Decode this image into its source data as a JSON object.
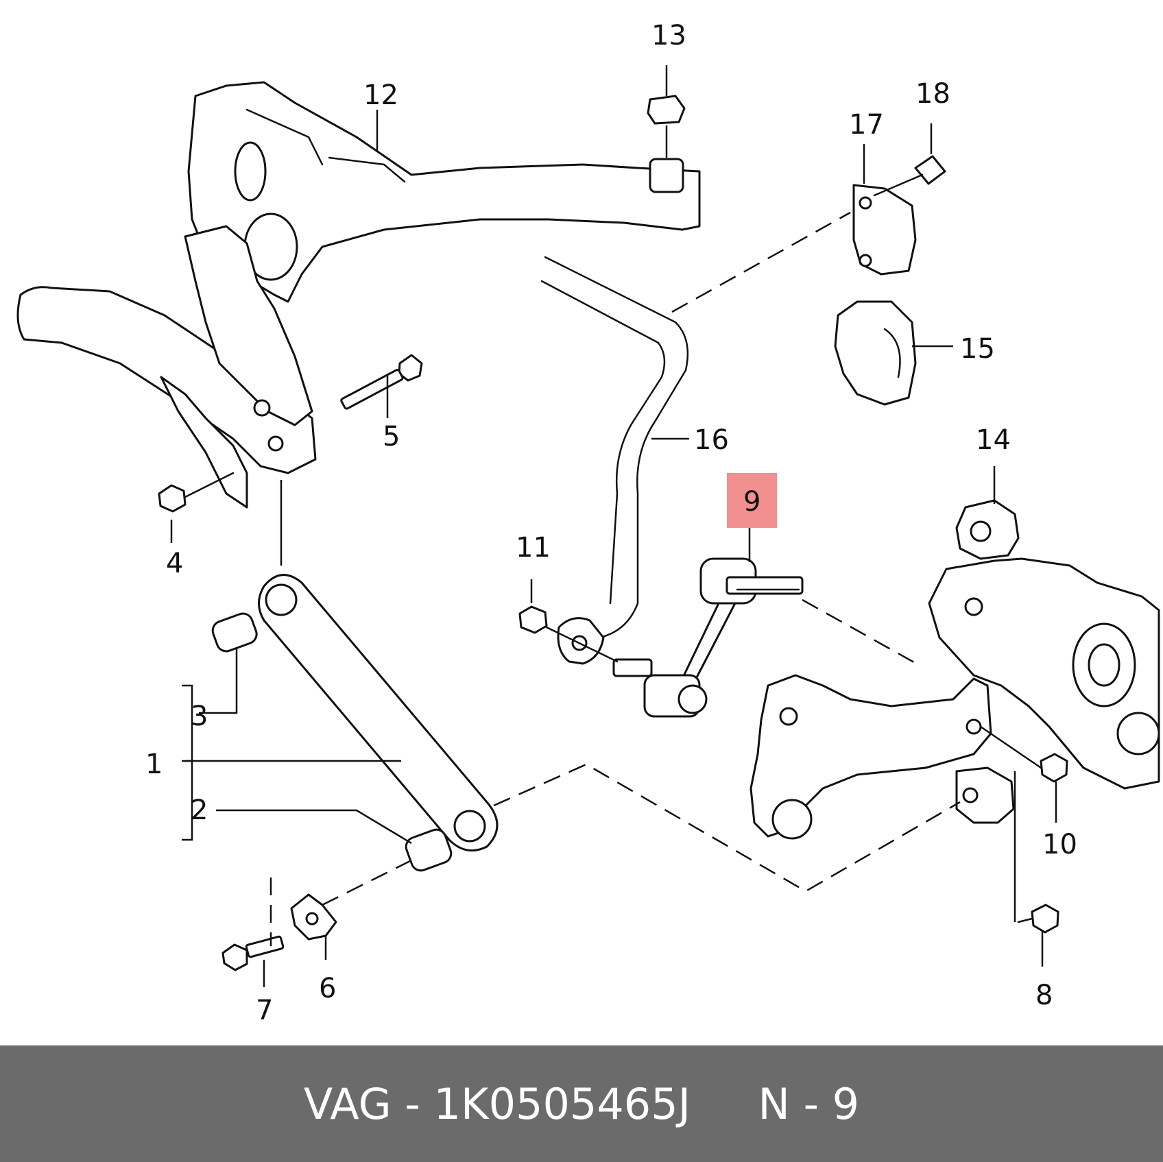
{
  "callouts": [
    "1",
    "2",
    "3",
    "4",
    "5",
    "6",
    "7",
    "8",
    "9",
    "10",
    "11",
    "12",
    "13",
    "14",
    "15",
    "16",
    "17",
    "18"
  ],
  "highlighted_callout": "9",
  "highlight_color": "#f07b7b",
  "footer": {
    "text": "VAG - 1K0505465J     N - 9",
    "background": "#6b6b6b"
  }
}
